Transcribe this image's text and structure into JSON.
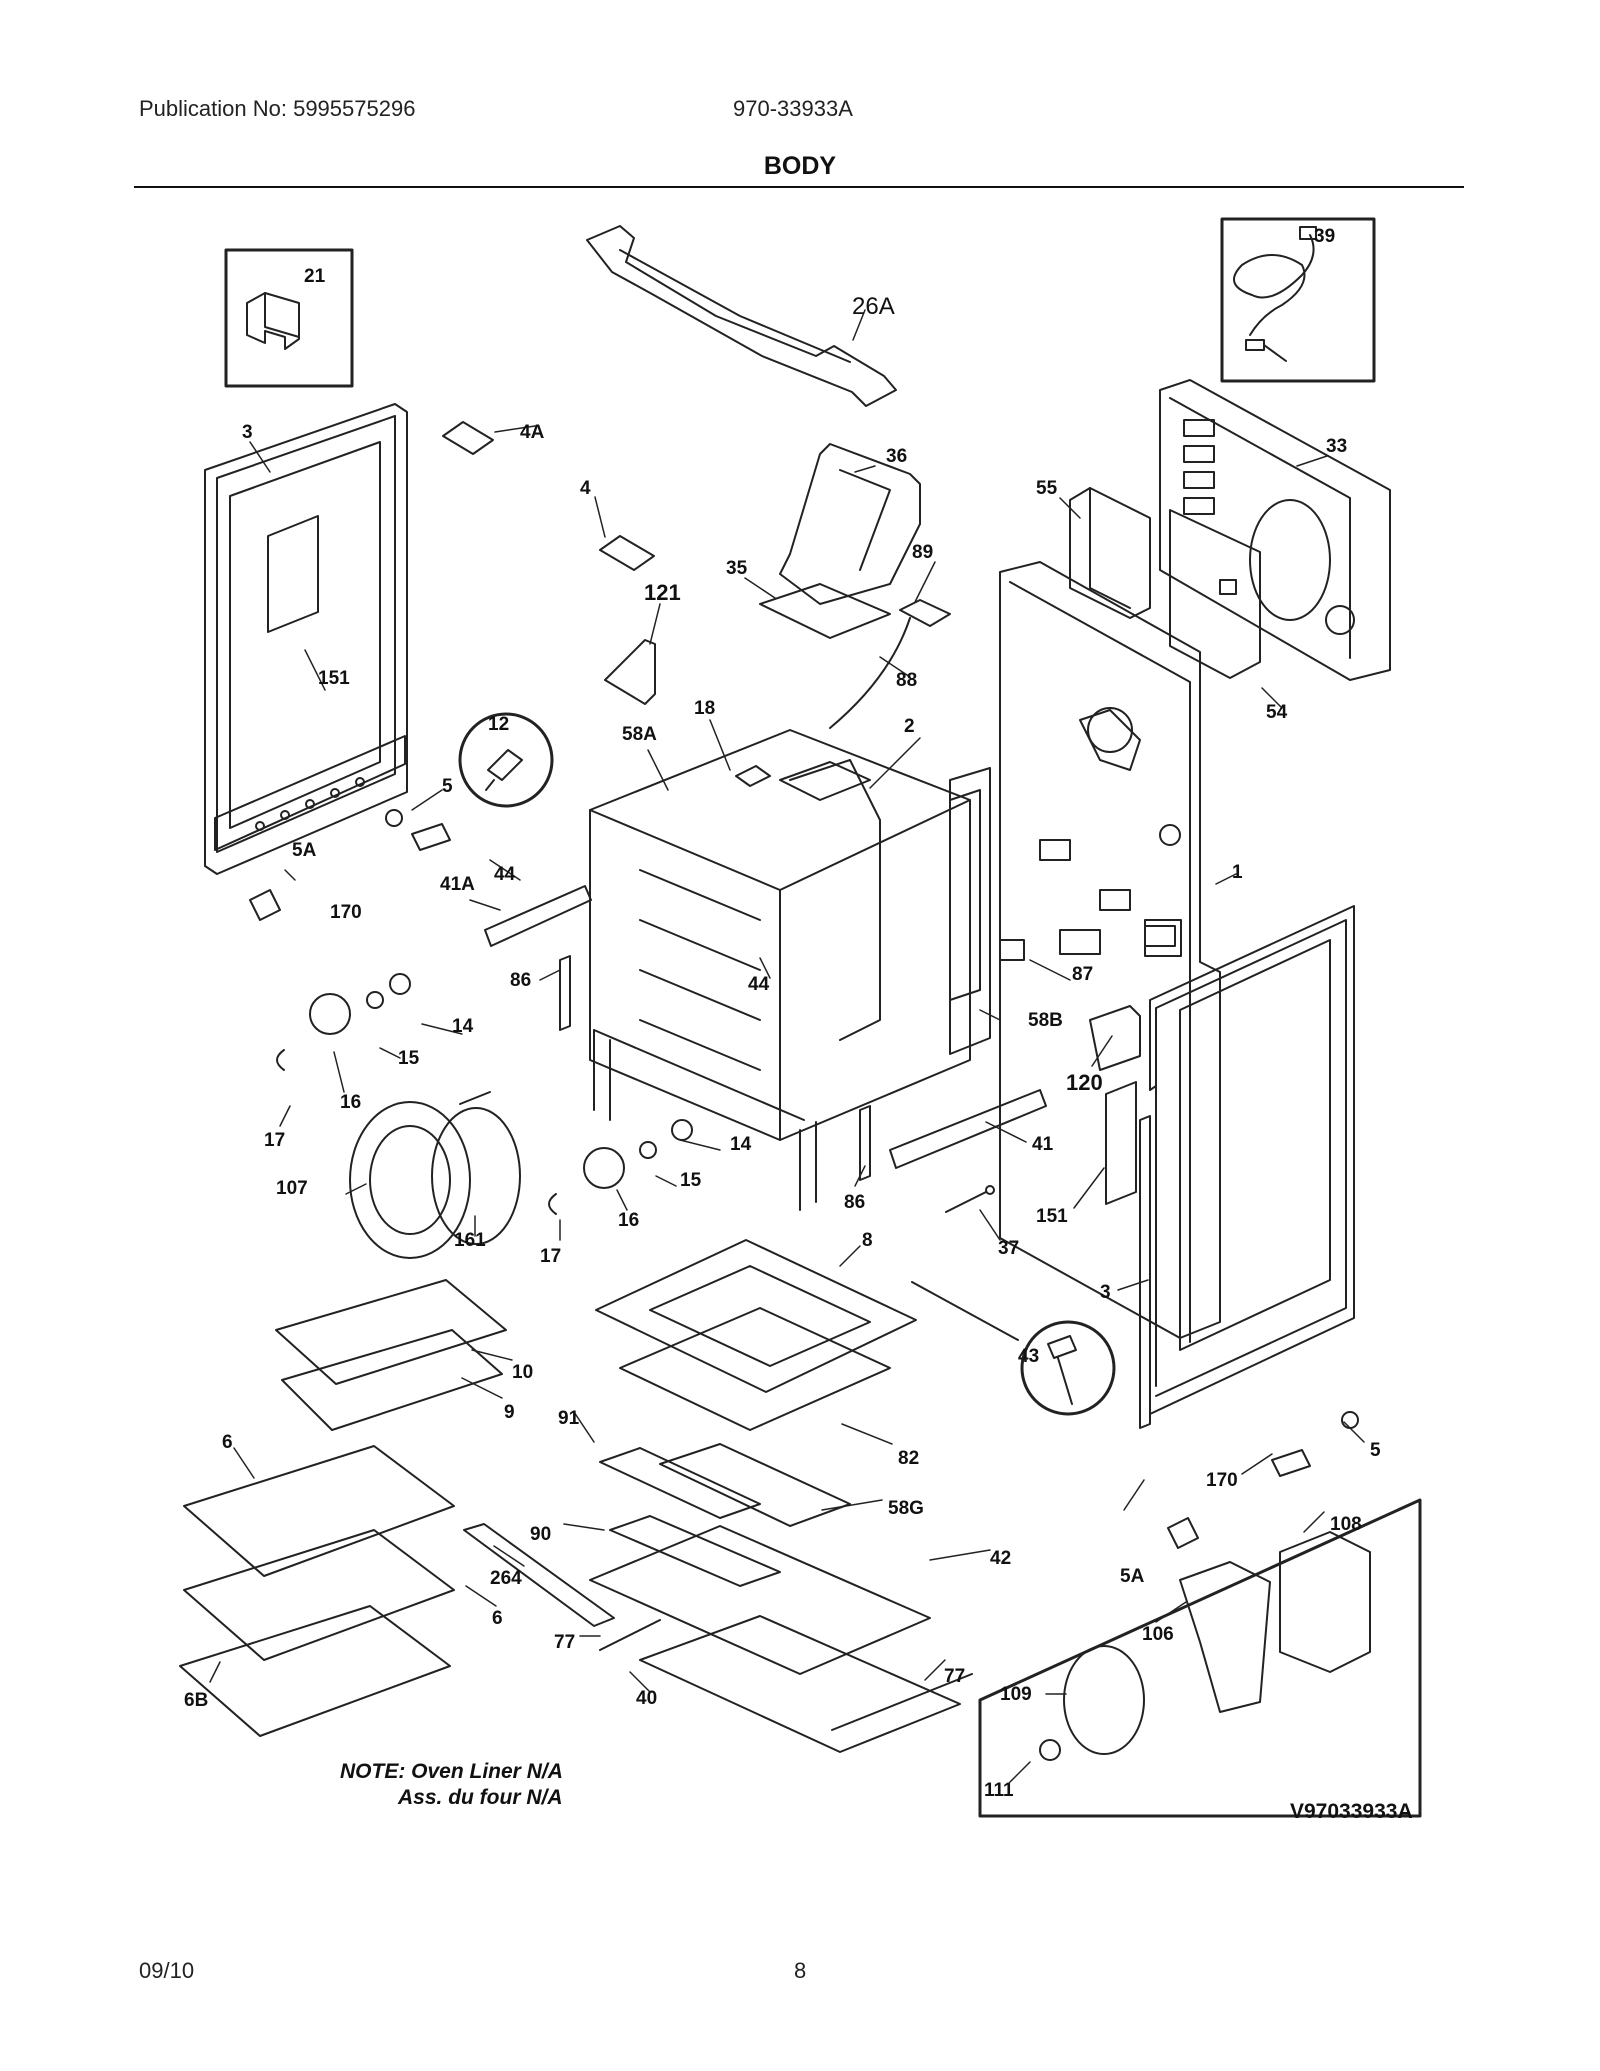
{
  "header": {
    "publication": "Publication No: 5995575296",
    "model": "970-33933A",
    "title": "BODY"
  },
  "diagram": {
    "callouts": [
      "21",
      "26A",
      "39",
      "3",
      "4A",
      "4",
      "36",
      "33",
      "55",
      "35",
      "89",
      "121",
      "151",
      "88",
      "54",
      "12",
      "18",
      "2",
      "58A",
      "5",
      "5A",
      "44",
      "41A",
      "170",
      "1",
      "87",
      "86",
      "44",
      "58B",
      "14",
      "15",
      "16",
      "120",
      "17",
      "107",
      "161",
      "14",
      "15",
      "16",
      "17",
      "86",
      "41",
      "37",
      "151",
      "8",
      "3",
      "43",
      "10",
      "9",
      "91",
      "82",
      "5",
      "6",
      "58G",
      "170",
      "108",
      "90",
      "42",
      "5A",
      "264",
      "6",
      "106",
      "77",
      "77",
      "6B",
      "40",
      "109",
      "111"
    ],
    "note_line1": "NOTE: Oven Liner N/A",
    "note_line2": "Ass. du four N/A",
    "figure_code": "V97033933A"
  },
  "footer": {
    "date": "09/10",
    "page": "8"
  }
}
